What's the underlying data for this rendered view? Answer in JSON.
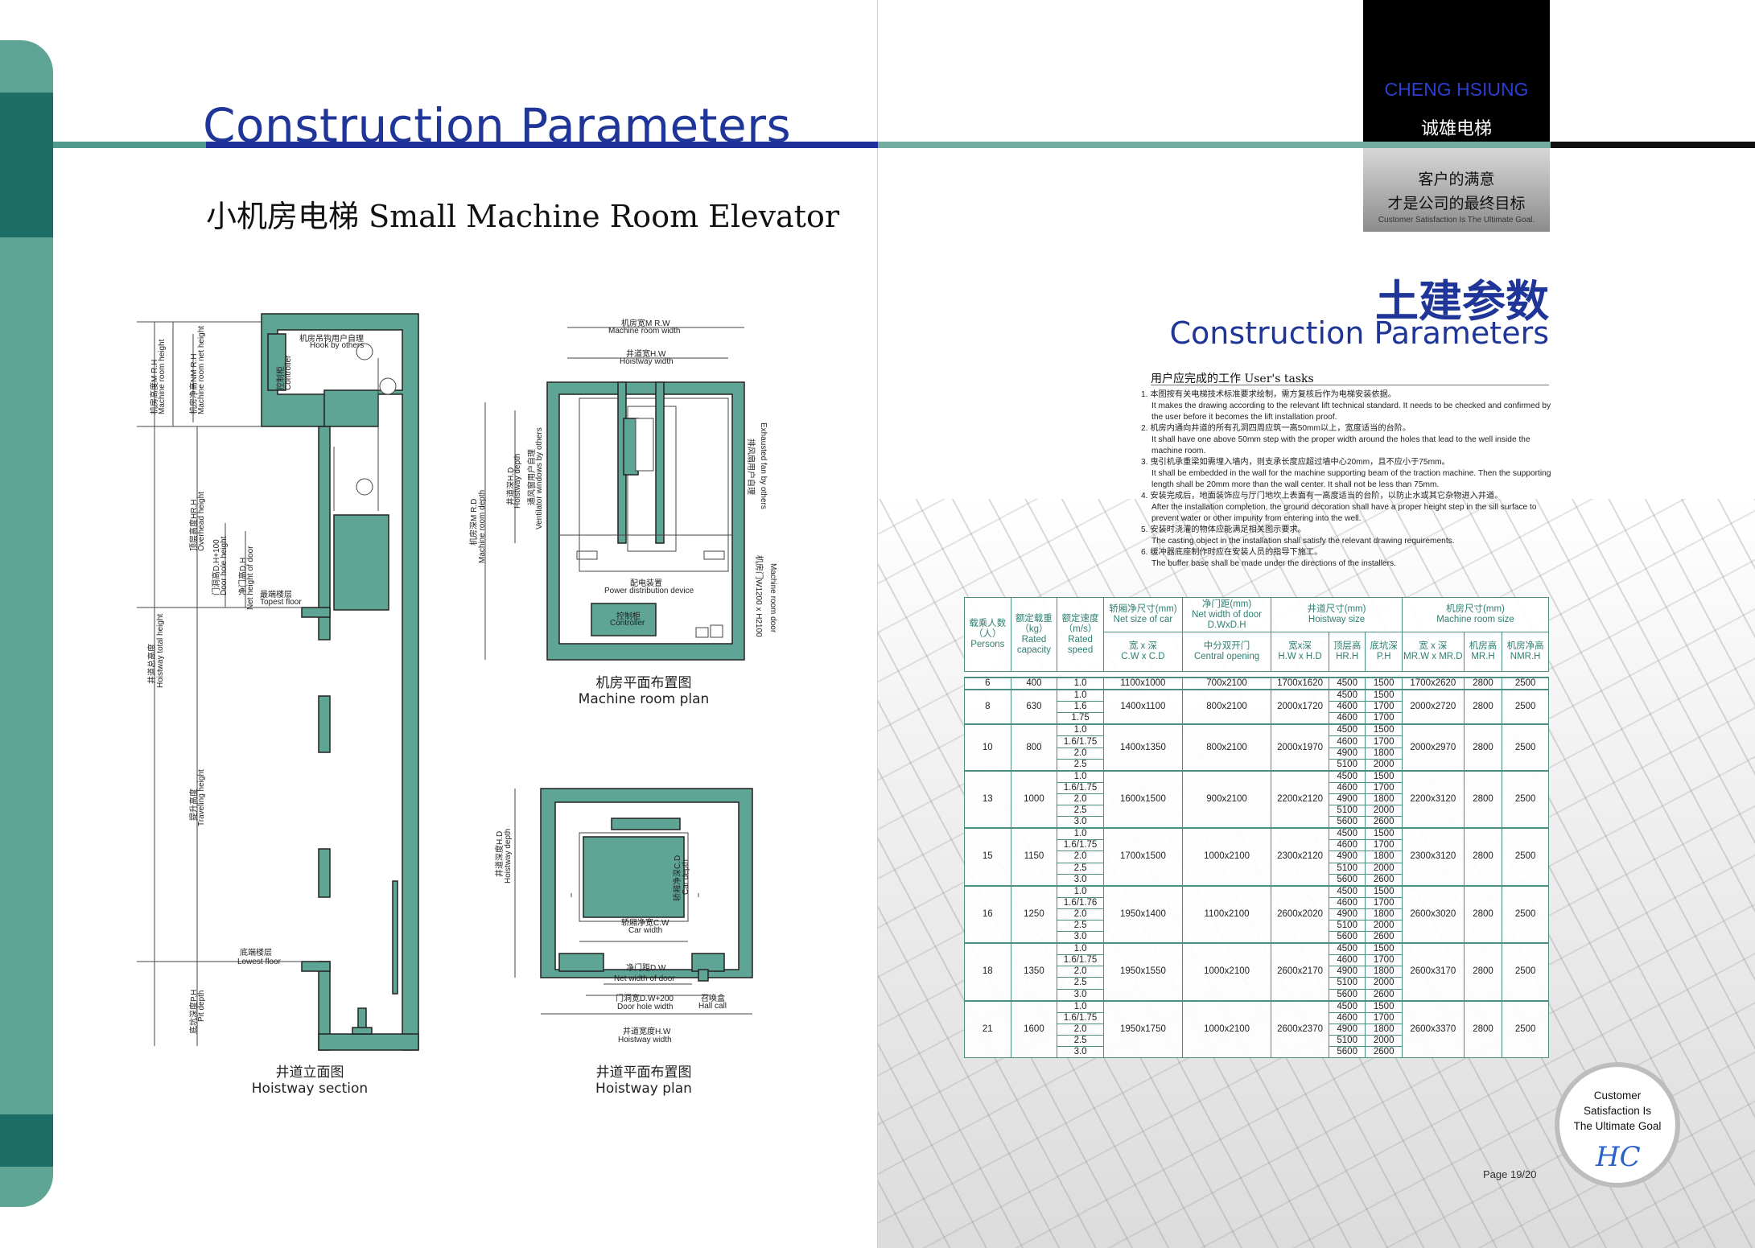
{
  "left": {
    "title": "Construction Parameters",
    "subtitle": "小机房电梯 Small Machine Room Elevator",
    "hoistway_section": {
      "caption_zh": "井道立面图",
      "caption_en": "Hoistway section",
      "labels": {
        "mrh_zh": "机房高度M R.H",
        "mrh_en": "Machine room height",
        "nmrh_zh": "机房净高NM R.H",
        "nmrh_en": "Machine room net height",
        "hook_zh": "机房吊钩用户自理",
        "hook_en": "Hook by others",
        "controller_zh": "控制柜",
        "controller_en": "Controller",
        "overhead_zh": "顶层高度HR.H",
        "overhead_en": "Overhead height",
        "doorhole_zh": "门洞高D.H+100",
        "doorhole_en": "Door hole height",
        "netdoor_zh": "净门高D.H",
        "netdoor_en": "Net height of door",
        "topfloor_zh": "最端楼层",
        "topfloor_en": "Topest floor",
        "total_zh": "井道总高度",
        "total_en": "Hoistway total height",
        "travel_zh": "提升高度",
        "travel_en": "Traveling height",
        "lowest_zh": "底端楼层",
        "lowest_en": "Lowest floor",
        "pit_zh": "底坑深度P.H",
        "pit_en": "Pit depth"
      }
    },
    "machine_room_plan": {
      "caption_zh": "机房平面布置图",
      "caption_en": "Machine room plan",
      "labels": {
        "mrw_zh": "机房宽M R.W",
        "mrw_en": "Machine room width",
        "hw_zh": "井道宽H.W",
        "hw_en": "Hoistway width",
        "mrd_zh": "机房深M R.D",
        "mrd_en": "Machine room depth",
        "hd_zh": "井道深H.D",
        "hd_en": "Hoistway depth",
        "vent_zh": "通风窗用户自理",
        "vent_en": "Ventilator windows by others",
        "fan_zh": "排风扇用户自理",
        "fan_en": "Exhausted fan by others",
        "door_zh": "机房门W1200 x H2100",
        "door_en": "Machine room door",
        "power_zh": "配电装置",
        "power_en": "Power distribution device",
        "controller_zh": "控制柜",
        "controller_en": "Controller"
      }
    },
    "hoistway_plan": {
      "caption_zh": "井道平面布置图",
      "caption_en": "Hoistway plan",
      "labels": {
        "hd_zh": "井道深度H.D",
        "hd_en": "Hoistway depth",
        "cd_zh": "轿厢净深C.D",
        "cd_en": "Car depth",
        "cw_zh": "轿厢净宽C.W",
        "cw_en": "Car width",
        "dw_zh": "净门距D.W",
        "dw_en": "Net width of door",
        "dhw_zh": "门洞宽D.W+200",
        "dhw_en": "Door hole width",
        "call_zh": "召唤盒",
        "call_en": "Hall call",
        "hw_zh": "井道宽度H.W",
        "hw_en": "Hoistway width"
      }
    }
  },
  "right": {
    "brand_name": "CHENG HSIUNG",
    "brand_zh": "诚雄电梯",
    "slogan_zh_1": "客户的满意",
    "slogan_zh_2": "才是公司的最终目标",
    "slogan_en": "Customer Satisfaction Is The Ultimate Goal.",
    "title_zh": "土建参数",
    "title_en": "Construction Parameters",
    "tasks_title": "用户应完成的工作  User's tasks",
    "tasks": [
      {
        "zh": "1. 本图按有关电梯技术标准要求绘制，需方复核后作为电梯安装依据。",
        "en": "It makes the drawing according to the relevant lift technical standard.  It needs to be checked and confirmed by the user before it becomes the lift installation proof."
      },
      {
        "zh": "2. 机房内通向井道的所有孔洞四周应筑一高50mm以上，宽度适当的台阶。",
        "en": "It shall have one above 50mm step with the proper width around the holes that lead to the well inside the machine room."
      },
      {
        "zh": "3. 曳引机承重梁如需埋入墙内，则支承长度应超过墙中心20mm，且不应小于75mm。",
        "en": "It shall be embedded in the wall for the machine supporting beam of the traction machine.  Then the supporting length shall be 20mm more than the wall center.  It shall not be less than 75mm."
      },
      {
        "zh": "4. 安装完成后，地面装饰应与厅门地坎上表面有一高度适当的台阶，以防止水或其它杂物进入井道。",
        "en": "After the installation completion, the ground decoration shall have a proper height step in the sill surface to prevent water or other impurity from entering into the well."
      },
      {
        "zh": "5. 安装时浇灌的物体应能满足相关图示要求。",
        "en": "The casting object in the installation shall satisfy the relevant drawing requirements."
      },
      {
        "zh": "6. 缓冲器底座制作时应在安装人员的指导下施工。",
        "en": "The buffer base shall be made under the directions of the installers."
      }
    ],
    "table": {
      "headers": {
        "persons_zh": "载乘人数（人）",
        "persons_en": "Persons",
        "capacity_zh": "额定载重（kg）",
        "capacity_en": "Rated capacity",
        "speed_zh": "额定速度（m/s）",
        "speed_en": "Rated speed",
        "car_zh": "轿厢净尺寸(mm)",
        "car_en": "Net size of car",
        "door_zh": "净门距(mm)",
        "door_en": "Net width of door D.WxD.H",
        "hoist_zh": "井道尺寸(mm)",
        "hoist_en": "Hoistway size",
        "mr_zh": "机房尺寸(mm)",
        "mr_en": "Machine room size",
        "cwcd_zh": "宽 x 深",
        "cwcd_en": "C.W x C.D",
        "central_zh": "中分双开门",
        "central_en": "Central opening",
        "hwhd_zh": "宽x深",
        "hwhd_en": "H.W x H.D",
        "hrh_zh": "顶层高",
        "hrh_en": "HR.H",
        "ph_zh": "底坑深",
        "ph_en": "P.H",
        "mrwd_zh": "宽 x 深",
        "mrwd_en": "MR.W x MR.D",
        "mrh_zh": "机房高",
        "mrh_en": "MR.H",
        "nmrh_zh": "机房净高",
        "nmrh_en": "NMR.H"
      },
      "groups": [
        {
          "persons": "6",
          "capacity": "400",
          "car": "1100x1000",
          "door": "700x2100",
          "hoist": "1700x1620",
          "mr": "1700x2620",
          "mrh": "2800",
          "nmrh": "2500",
          "rows": [
            {
              "speed": "1.0",
              "hrh": "4500",
              "ph": "1500"
            }
          ]
        },
        {
          "persons": "8",
          "capacity": "630",
          "car": "1400x1100",
          "door": "800x2100",
          "hoist": "2000x1720",
          "mr": "2000x2720",
          "mrh": "2800",
          "nmrh": "2500",
          "rows": [
            {
              "speed": "1.0",
              "hrh": "4500",
              "ph": "1500"
            },
            {
              "speed": "1.6",
              "hrh": "4600",
              "ph": "1700"
            },
            {
              "speed": "1.75",
              "hrh": "4600",
              "ph": "1700"
            }
          ]
        },
        {
          "persons": "10",
          "capacity": "800",
          "car": "1400x1350",
          "door": "800x2100",
          "hoist": "2000x1970",
          "mr": "2000x2970",
          "mrh": "2800",
          "nmrh": "2500",
          "rows": [
            {
              "speed": "1.0",
              "hrh": "4500",
              "ph": "1500"
            },
            {
              "speed": "1.6/1.75",
              "hrh": "4600",
              "ph": "1700"
            },
            {
              "speed": "2.0",
              "hrh": "4900",
              "ph": "1800"
            },
            {
              "speed": "2.5",
              "hrh": "5100",
              "ph": "2000"
            }
          ]
        },
        {
          "persons": "13",
          "capacity": "1000",
          "car": "1600x1500",
          "door": "900x2100",
          "hoist": "2200x2120",
          "mr": "2200x3120",
          "mrh": "2800",
          "nmrh": "2500",
          "rows": [
            {
              "speed": "1.0",
              "hrh": "4500",
              "ph": "1500"
            },
            {
              "speed": "1.6/1.75",
              "hrh": "4600",
              "ph": "1700"
            },
            {
              "speed": "2.0",
              "hrh": "4900",
              "ph": "1800"
            },
            {
              "speed": "2.5",
              "hrh": "5100",
              "ph": "2000"
            },
            {
              "speed": "3.0",
              "hrh": "5600",
              "ph": "2600"
            }
          ]
        },
        {
          "persons": "15",
          "capacity": "1150",
          "car": "1700x1500",
          "door": "1000x2100",
          "hoist": "2300x2120",
          "mr": "2300x3120",
          "mrh": "2800",
          "nmrh": "2500",
          "rows": [
            {
              "speed": "1.0",
              "hrh": "4500",
              "ph": "1500"
            },
            {
              "speed": "1.6/1.75",
              "hrh": "4600",
              "ph": "1700"
            },
            {
              "speed": "2.0",
              "hrh": "4900",
              "ph": "1800"
            },
            {
              "speed": "2.5",
              "hrh": "5100",
              "ph": "2000"
            },
            {
              "speed": "3.0",
              "hrh": "5600",
              "ph": "2600"
            }
          ]
        },
        {
          "persons": "16",
          "capacity": "1250",
          "car": "1950x1400",
          "door": "1100x2100",
          "hoist": "2600x2020",
          "mr": "2600x3020",
          "mrh": "2800",
          "nmrh": "2500",
          "rows": [
            {
              "speed": "1.0",
              "hrh": "4500",
              "ph": "1500"
            },
            {
              "speed": "1.6/1.76",
              "hrh": "4600",
              "ph": "1700"
            },
            {
              "speed": "2.0",
              "hrh": "4900",
              "ph": "1800"
            },
            {
              "speed": "2.5",
              "hrh": "5100",
              "ph": "2000"
            },
            {
              "speed": "3.0",
              "hrh": "5600",
              "ph": "2600"
            }
          ]
        },
        {
          "persons": "18",
          "capacity": "1350",
          "car": "1950x1550",
          "door": "1000x2100",
          "hoist": "2600x2170",
          "mr": "2600x3170",
          "mrh": "2800",
          "nmrh": "2500",
          "rows": [
            {
              "speed": "1.0",
              "hrh": "4500",
              "ph": "1500"
            },
            {
              "speed": "1.6/1.75",
              "hrh": "4600",
              "ph": "1700"
            },
            {
              "speed": "2.0",
              "hrh": "4900",
              "ph": "1800"
            },
            {
              "speed": "2.5",
              "hrh": "5100",
              "ph": "2000"
            },
            {
              "speed": "3.0",
              "hrh": "5600",
              "ph": "2600"
            }
          ]
        },
        {
          "persons": "21",
          "capacity": "1600",
          "car": "1950x1750",
          "door": "1000x2100",
          "hoist": "2600x2370",
          "mr": "2600x3370",
          "mrh": "2800",
          "nmrh": "2500",
          "rows": [
            {
              "speed": "1.0",
              "hrh": "4500",
              "ph": "1500"
            },
            {
              "speed": "1.6/1.75",
              "hrh": "4600",
              "ph": "1700"
            },
            {
              "speed": "2.0",
              "hrh": "4900",
              "ph": "1800"
            },
            {
              "speed": "2.5",
              "hrh": "5100",
              "ph": "2000"
            },
            {
              "speed": "3.0",
              "hrh": "5600",
              "ph": "2600"
            }
          ]
        }
      ]
    },
    "badge_line1": "Customer",
    "badge_line2": "Satisfaction Is",
    "badge_line3": "The Ultimate Goal",
    "badge_logo": "HC",
    "page_label": "Page 19/20"
  },
  "colors": {
    "teal": "#5fa596",
    "dark_teal": "#1d6e66",
    "title_blue": "#1f3597",
    "brand_blue": "#2c3fd1"
  }
}
